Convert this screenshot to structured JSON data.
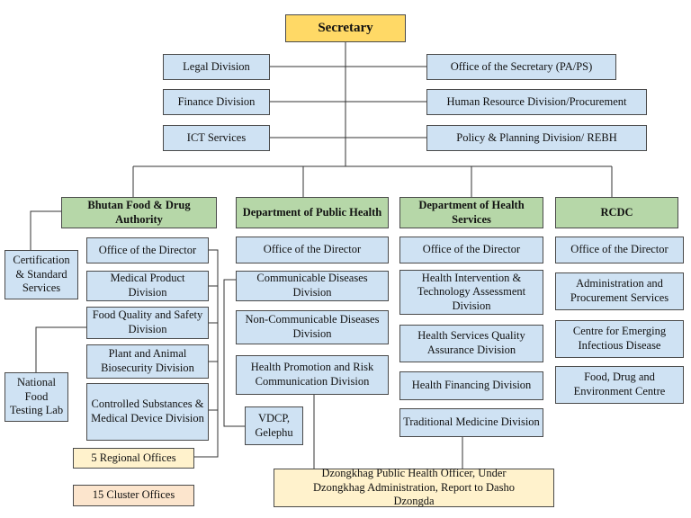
{
  "top": {
    "secretary": "Secretary"
  },
  "left_units": [
    "Legal Division",
    "Finance Division",
    "ICT Services"
  ],
  "right_units": [
    "Office of the Secretary (PA/PS)",
    "Human Resource Division/Procurement",
    "Policy & Planning Division/ REBH"
  ],
  "bfda": {
    "title": "Bhutan Food & Drug Authority",
    "items": [
      "Office of the Director",
      "Medical Product Division",
      "Food Quality and Safety Division",
      "Plant and Animal Biosecurity Division",
      "Controlled Substances & Medical Device Division"
    ],
    "side": [
      "Certification & Standard Services",
      "National Food Testing Lab"
    ],
    "regional": "5 Regional Offices",
    "cluster": "15 Cluster Offices"
  },
  "dph": {
    "title": "Department of Public Health",
    "items": [
      "Office of the Director",
      "Communicable Diseases Division",
      "Non-Communicable Diseases Division",
      "Health Promotion and Risk Communication Division"
    ],
    "vdcp": "VDCP, Gelephu"
  },
  "dhs": {
    "title": "Department of Health Services",
    "items": [
      "Office of the Director",
      "Health Intervention & Technology Assessment Division",
      "Health Services Quality Assurance Division",
      "Health Financing Division",
      "Traditional Medicine Division"
    ]
  },
  "rcdc": {
    "title": "RCDC",
    "items": [
      "Office of the Director",
      "Administration and Procurement Services",
      "Centre for Emerging Infectious Disease",
      "Food, Drug and Environment Centre"
    ]
  },
  "dzongkhag": "Dzongkhag Public Health Officer, Under Dzongkhag Administration, Report to Dasho Dzongda",
  "colors": {
    "secretary": "#ffd966",
    "department": "#b6d7a8",
    "unit": "#cfe2f3",
    "regional": "#fff2cc",
    "cluster": "#fce5cd"
  }
}
